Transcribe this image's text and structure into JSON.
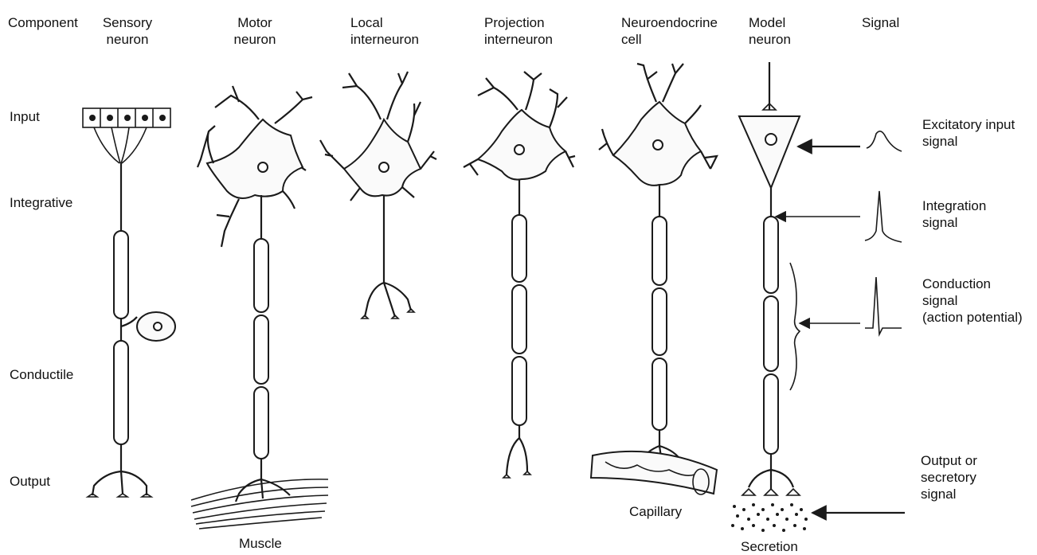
{
  "header": {
    "component": "Component",
    "sensory": "Sensory\nneuron",
    "motor": "Motor\nneuron",
    "local": "Local\ninterneuron",
    "projection": "Projection\ninterneuron",
    "neuroendocrine": "Neuroendocrine\ncell",
    "model": "Model\nneuron",
    "signal": "Signal"
  },
  "rows": {
    "input": "Input",
    "integrative": "Integrative",
    "conductile": "Conductile",
    "output": "Output"
  },
  "signals": {
    "excitatory": "Excitatory input\nsignal",
    "integration": "Integration\nsignal",
    "conduction": "Conduction\nsignal\n(action potential)",
    "output": "Output or\nsecretory\nsignal"
  },
  "targets": {
    "muscle": "Muscle",
    "capillary": "Capillary",
    "secretion": "Secretion"
  },
  "icons": [
    "sensory-neuron",
    "motor-neuron",
    "local-interneuron",
    "projection-interneuron",
    "neuroendocrine-cell",
    "model-neuron",
    "signal-waveform",
    "arrow",
    "muscle",
    "capillary",
    "secretion-dots"
  ]
}
